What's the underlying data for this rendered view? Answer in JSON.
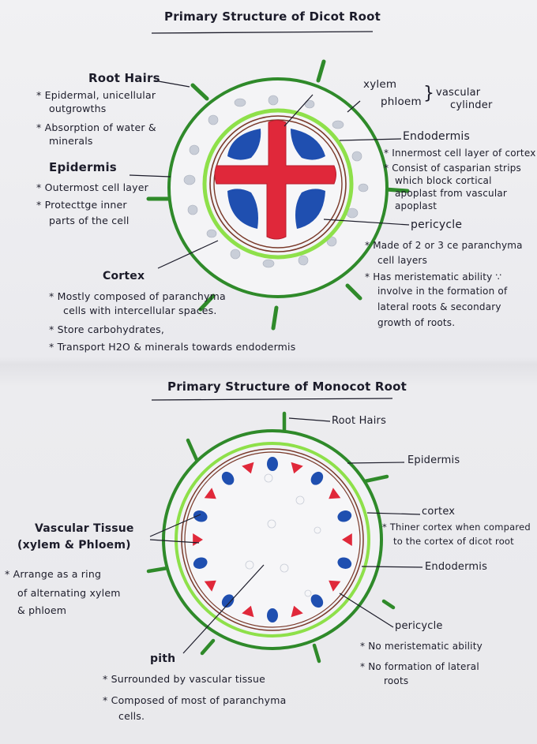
{
  "dicot": {
    "title": "Primary Structure of Dicot Root",
    "labels": {
      "root_hairs": "Root Hairs",
      "xylem": "xylem",
      "phloem": "phloem",
      "vascular_1": "vascular",
      "vascular_2": "cylinder",
      "epidermis": "Epidermis",
      "endodermis": "Endodermis",
      "pericycle": "pericycle",
      "cortex": "Cortex"
    },
    "notes": {
      "root_hairs": [
        "Epidermal, unicellular",
        "outgrowths",
        "Absorption of water &",
        "minerals"
      ],
      "epidermis": [
        "Outermost cell layer",
        "Protecttge inner",
        "parts of the cell"
      ],
      "endodermis": [
        "Innermost cell layer of cortex",
        "Consist of casparian strips",
        "which block cortical",
        "apoplast from vascular",
        "apoplast"
      ],
      "pericycle": [
        "Made of 2 or 3 ce paranchyma",
        "cell layers",
        "Has meristematic ability ∵",
        "involve in the formation of",
        "lateral roots & secondary",
        "growth of roots."
      ],
      "cortex": [
        "Mostly composed of paranchyma",
        "cells with intercellular spaces.",
        "Store carbohydrates,",
        "Transport H2O & minerals towards endodermis"
      ]
    }
  },
  "monocot": {
    "title": "Primary Structure of Monocot Root",
    "labels": {
      "root_hairs": "Root Hairs",
      "epidermis": "Epidermis",
      "cortex": "cortex",
      "vascular_1": "Vascular Tissue",
      "vascular_2": "(xylem & Phloem)",
      "endodermis": "Endodermis",
      "pericycle": "pericycle",
      "pith": "pith"
    },
    "notes": {
      "cortex": [
        "Thiner cortex when compared",
        "to the cortex of dicot root"
      ],
      "vascular": [
        "Arrange as a ring",
        "of alternating xylem",
        "& phloem"
      ],
      "pericycle": [
        "No meristematic ability",
        "No formation of lateral",
        "roots"
      ],
      "pith": [
        "Surrounded by vascular tissue",
        "Composed of most of paranchyma",
        "cells."
      ]
    }
  },
  "colors": {
    "ink": "#1c1c2a",
    "epidermis_green": "#2f8a2a",
    "endodermis_lightgreen": "#8ee04a",
    "pericycle_brown": "#7a3a2a",
    "xylem_red": "#e0283a",
    "phloem_blue": "#1f4fb0"
  },
  "icons": [
    "bullet-star"
  ]
}
